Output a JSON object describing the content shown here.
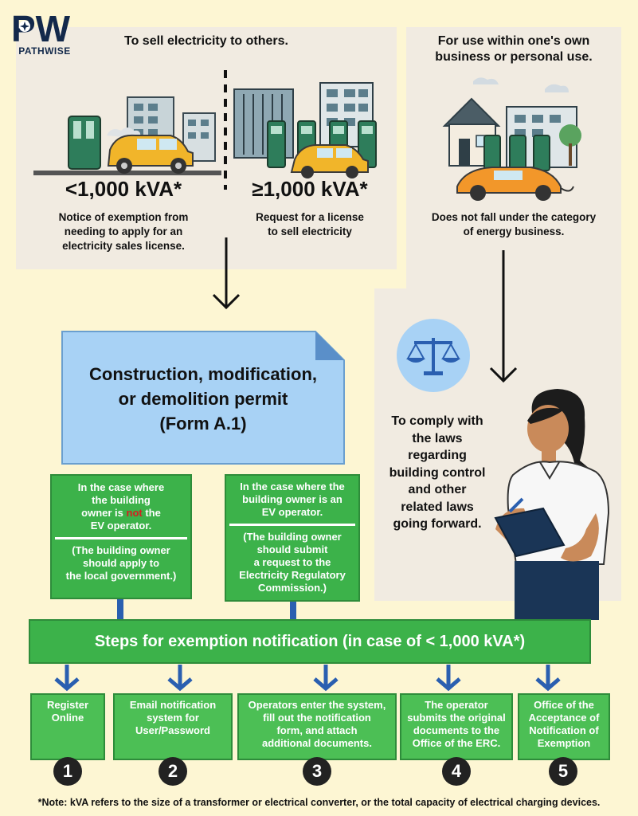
{
  "brand": {
    "name": "PATHWISE",
    "mark": "PW"
  },
  "sell": {
    "heading": "To sell electricity to others.",
    "small": {
      "kva": "<1,000 kVA*",
      "desc": [
        "Notice of exemption from",
        "needing to apply for an",
        "electricity sales license."
      ]
    },
    "large": {
      "kva": "≥1,000 kVA*",
      "desc": [
        "Request for a license",
        "to sell electricity"
      ]
    }
  },
  "own": {
    "heading": [
      "For use within one's own",
      "business or personal use."
    ],
    "desc": [
      "Does not fall under the category",
      "of energy business."
    ]
  },
  "permit": {
    "lines": [
      "Construction, modification,",
      "or demolition permit",
      "(Form A.1)"
    ]
  },
  "cases": {
    "not_operator": {
      "pre": [
        "In the case where",
        "the building",
        "owner is "
      ],
      "highlight": "not",
      "post": [
        " the",
        "EV operator."
      ],
      "note": [
        "(The building owner",
        "should apply to",
        "the local government.)"
      ]
    },
    "operator": {
      "lines": [
        "In the case where the",
        "building owner is an",
        "EV operator."
      ],
      "note": [
        "(The building owner",
        "should submit",
        "a request to the",
        "Electricity Regulatory",
        "Commission.)"
      ]
    }
  },
  "comply": {
    "lines": [
      "To comply with",
      "the laws",
      "regarding",
      "building control",
      "and other",
      "related laws",
      "going forward."
    ]
  },
  "steps": {
    "title": "Steps for exemption notification (in case of < 1,000 kVA*)",
    "items": [
      {
        "num": "1",
        "lines": [
          "Register",
          "Online"
        ]
      },
      {
        "num": "2",
        "lines": [
          "Email notification",
          "system for",
          "User/Password"
        ]
      },
      {
        "num": "3",
        "lines": [
          "Operators enter the system,",
          "fill out the notification",
          "form, and attach",
          "additional documents."
        ]
      },
      {
        "num": "4",
        "lines": [
          "The operator",
          "submits the original",
          "documents to the",
          "Office of the ERC."
        ]
      },
      {
        "num": "5",
        "lines": [
          "Office of the",
          "Acceptance of",
          "Notification of",
          "Exemption"
        ]
      }
    ]
  },
  "note": "*Note: kVA refers to the size of a transformer or electrical converter, or the total capacity of electrical charging devices.",
  "colors": {
    "green": "#3cb24a",
    "blue_doc": "#a8d2f5",
    "panel": "#f1ebe1",
    "background": "#fdf6d3",
    "navy": "#13294b"
  }
}
